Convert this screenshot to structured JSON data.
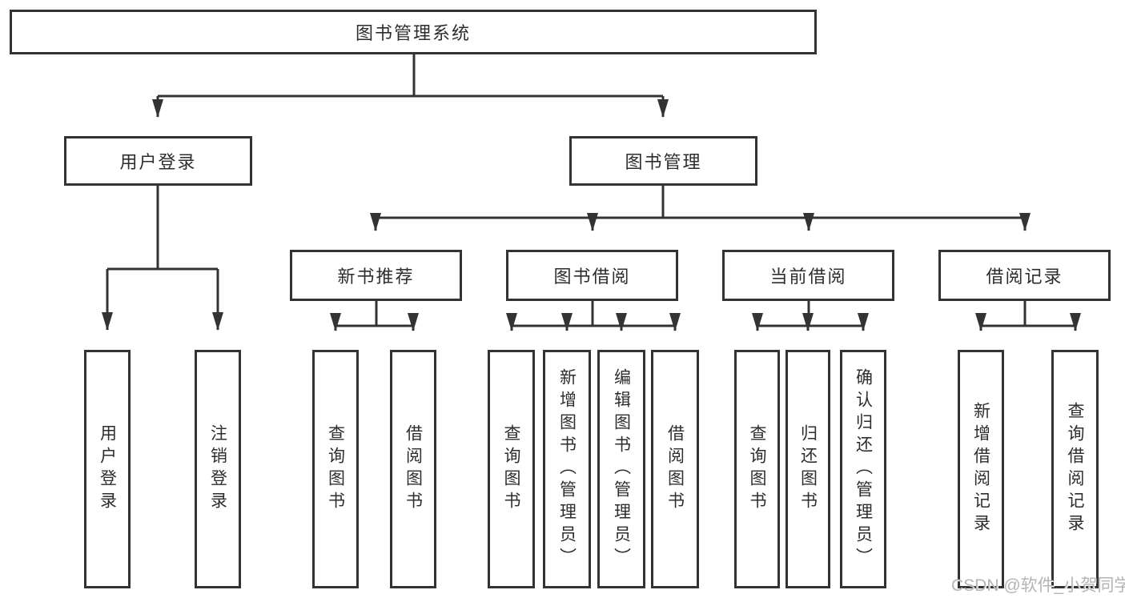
{
  "diagram": {
    "type": "hierarchy-tree",
    "title": "图书管理系统",
    "line_color": "#333333",
    "text_color": "#2d2d2d",
    "box_background": "#ffffff"
  },
  "nodes": {
    "root": "图书管理系统",
    "user_login": "用户登录",
    "book_mgmt": "图书管理",
    "new_book_rec": "新书推荐",
    "book_borrow": "图书借阅",
    "current_borrow": "当前借阅",
    "borrow_record": "借阅记录",
    "ul_user_login": "用户登录",
    "ul_logout": "注销登录",
    "rec_query_book": "查询图书",
    "rec_borrow_book": "借阅图书",
    "bb_query_book": "查询图书",
    "bb_add_book": "新增图书（管理员）",
    "bb_edit_book": "编辑图书（管理员）",
    "bb_borrow_book": "借阅图书",
    "cb_query_book": "查询图书",
    "cb_return_book": "归还图书",
    "cb_confirm_return": "确认归还（管理员）",
    "br_add_record": "新增借阅记录",
    "br_query_record": "查询借阅记录"
  },
  "edges": [
    [
      "root",
      "user_login"
    ],
    [
      "root",
      "book_mgmt"
    ],
    [
      "user_login",
      "ul_user_login"
    ],
    [
      "user_login",
      "ul_logout"
    ],
    [
      "book_mgmt",
      "new_book_rec"
    ],
    [
      "book_mgmt",
      "book_borrow"
    ],
    [
      "book_mgmt",
      "current_borrow"
    ],
    [
      "book_mgmt",
      "borrow_record"
    ],
    [
      "new_book_rec",
      "rec_query_book"
    ],
    [
      "new_book_rec",
      "rec_borrow_book"
    ],
    [
      "book_borrow",
      "bb_query_book"
    ],
    [
      "book_borrow",
      "bb_add_book"
    ],
    [
      "book_borrow",
      "bb_edit_book"
    ],
    [
      "book_borrow",
      "bb_borrow_book"
    ],
    [
      "current_borrow",
      "cb_query_book"
    ],
    [
      "current_borrow",
      "cb_return_book"
    ],
    [
      "current_borrow",
      "cb_confirm_return"
    ],
    [
      "borrow_record",
      "br_add_record"
    ],
    [
      "borrow_record",
      "br_query_record"
    ]
  ],
  "watermark": "CSDN @软件_小贺同学"
}
